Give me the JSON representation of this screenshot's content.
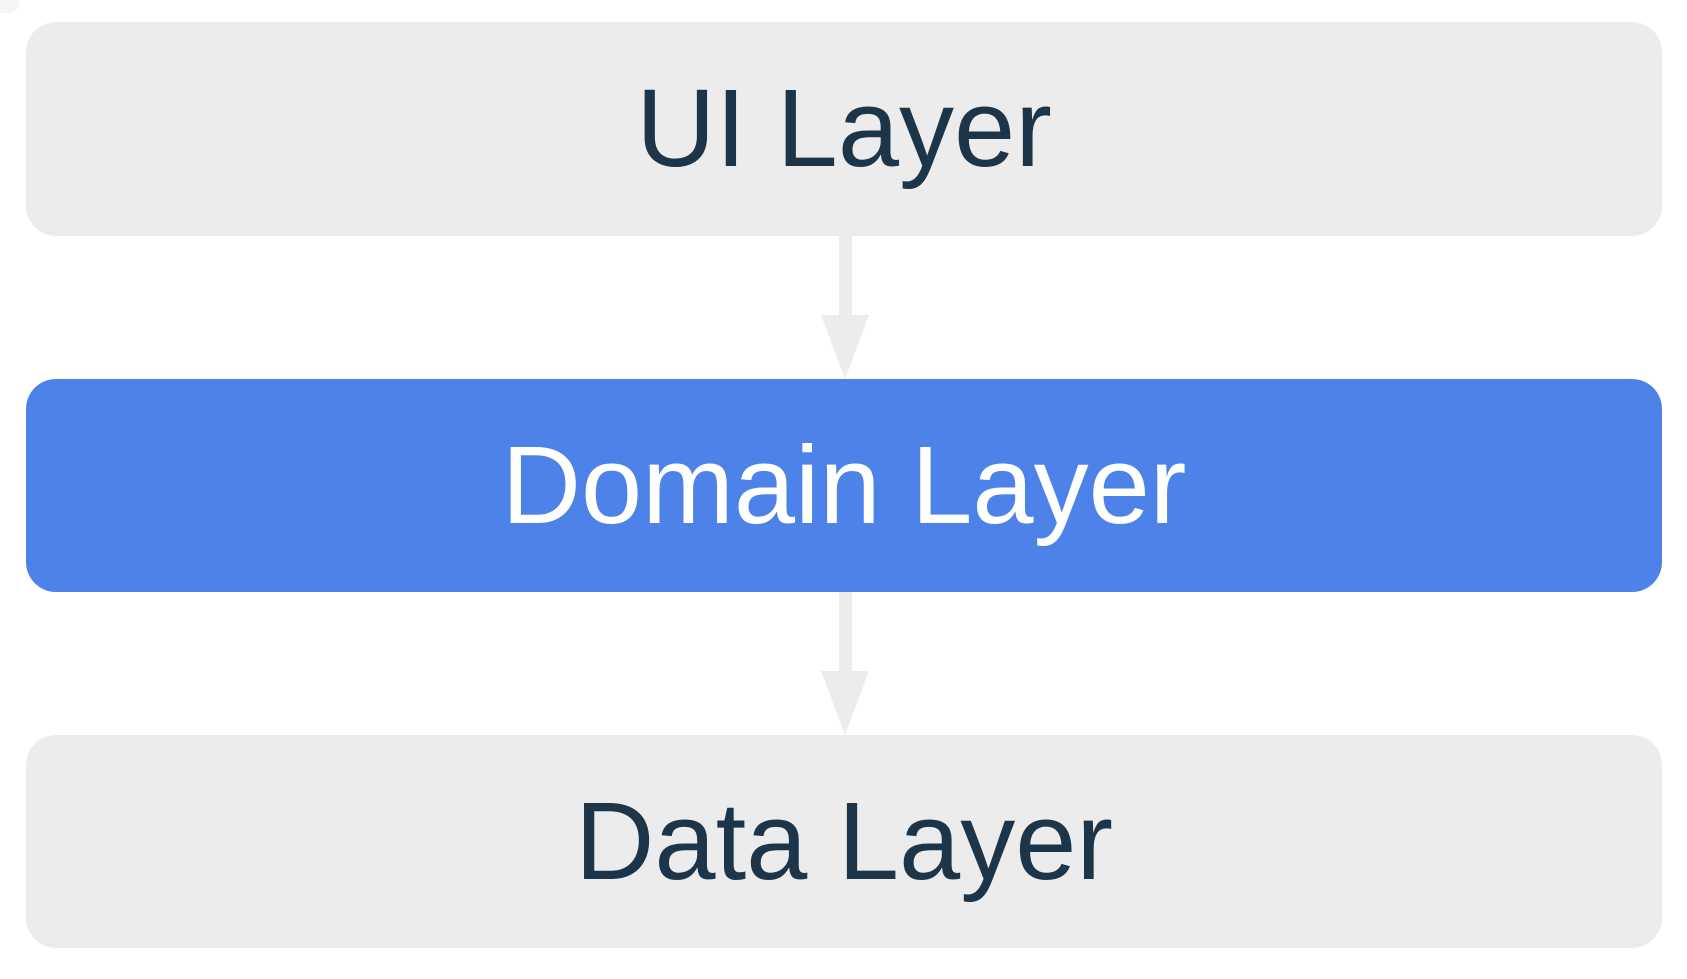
{
  "diagram": {
    "nodes": [
      {
        "id": "ui-layer",
        "label": "UI Layer",
        "variant": "gray"
      },
      {
        "id": "domain-layer",
        "label": "Domain Layer",
        "variant": "blue"
      },
      {
        "id": "data-layer",
        "label": "Data Layer",
        "variant": "gray"
      }
    ],
    "arrows": [
      {
        "from": "ui-layer",
        "to": "domain-layer",
        "direction": "down"
      },
      {
        "from": "domain-layer",
        "to": "data-layer",
        "direction": "down"
      }
    ]
  },
  "colors": {
    "background": "#ffffff",
    "box_gray": "#ececec",
    "box_blue": "#4d82e9",
    "text_dark": "#1c3548",
    "text_light": "#ffffff",
    "arrow_gray": "#ececec"
  }
}
